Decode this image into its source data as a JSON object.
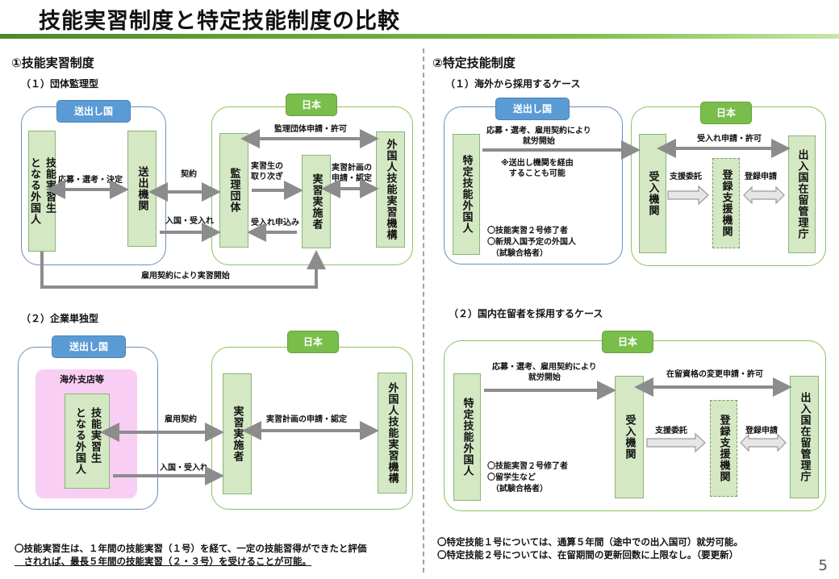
{
  "title": "技能実習制度と特定技能制度の比較",
  "page_number": "5",
  "left": {
    "heading": "①技能実習制度",
    "case1": {
      "subheading": "（１）団体監理型",
      "sending_country": "送出し国",
      "japan": "日本",
      "trainee": "技能実習生\nとなる外国人",
      "sending_org": "送出機関",
      "supervising_org": "監理団体",
      "implementing_org": "実習実施者",
      "otit": "外国人技能実習機構",
      "labels": {
        "recruit": "応募・選考・決定",
        "contract": "契約",
        "entry": "入国・受入れ",
        "supervise_apply": "監理団体申請・許可",
        "mediate": "実習生の\n取り次ぎ",
        "accept_apply": "受入れ申込み",
        "plan_apply": "実習計画の\n申請・認定",
        "employment_start": "雇用契約により実習開始"
      }
    },
    "case2": {
      "subheading": "（２）企業単独型",
      "sending_country": "送出し国",
      "japan": "日本",
      "overseas_branch": "海外支店等",
      "trainee": "技能実習生\nとなる外国人",
      "implementing_org": "実習実施者",
      "otit": "外国人技能実習機構",
      "labels": {
        "employment": "雇用契約",
        "entry": "入国・受入れ",
        "plan_apply": "実習計画の申請・認定"
      }
    },
    "notes": [
      "〇技能実習生は、１年間の技能実習（１号）を経て、一定の技能習得ができたと評価",
      "　されれば、最長５年間の技能実習（２・３号）を受けることが可能。"
    ]
  },
  "right": {
    "heading": "②特定技能制度",
    "case1": {
      "subheading": "（１）海外から採用するケース",
      "sending_country": "送出し国",
      "japan": "日本",
      "worker": "特定技能外国人",
      "receiving_org": "受入機関",
      "support_org": "登録支援機関",
      "immigration": "出入国在留管理庁",
      "labels": {
        "recruit": "応募・選考、雇用契約により\n就労開始",
        "via_agency": "※送出し機関を経由\nすることも可能",
        "accept_apply": "受入れ申請・許可",
        "support": "支援委託",
        "register": "登録申請"
      },
      "conditions": [
        "〇技能実習２号修了者",
        "〇新規入国予定の外国人",
        "　（試験合格者）"
      ]
    },
    "case2": {
      "subheading": "（２）国内在留者を採用するケース",
      "japan": "日本",
      "worker": "特定技能外国人",
      "receiving_org": "受入機関",
      "support_org": "登録支援機関",
      "immigration": "出入国在留管理庁",
      "labels": {
        "recruit": "応募・選考、雇用契約により\n就労開始",
        "status_change": "在留資格の変更申請・許可",
        "support": "支援委託",
        "register": "登録申請"
      },
      "conditions": [
        "〇技能実習２号修了者",
        "〇留学生など",
        "　（試験合格者）"
      ]
    },
    "notes": [
      "〇特定技能１号については、通算５年間（途中での出入国可）就労可能。",
      "〇特定技能２号については、在留期間の更新回数に上限なし。（要更新）"
    ]
  },
  "colors": {
    "blue_pill": "#5b9bd5",
    "green_pill": "#79bd4a",
    "box_fill": "#d4e8c4",
    "arrow": "#8c8c8c",
    "pink": "#f9cef4"
  }
}
